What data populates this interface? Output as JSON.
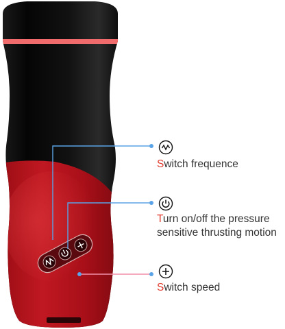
{
  "callouts": [
    {
      "icon": "wave-icon",
      "first_letter": "S",
      "rest": "witch frequence"
    },
    {
      "icon": "power-icon",
      "first_letter": "T",
      "rest": "urn on/off  the pressure",
      "line2": "sensitive thrusting motion"
    },
    {
      "icon": "plus-icon",
      "first_letter": "S",
      "rest": "witch speed"
    }
  ],
  "colors": {
    "accent_letter": "#e23b2e",
    "device_black": "#0a0a0a",
    "device_red": "#b5121b",
    "band_pink": "#f06b6b",
    "leader_line": "#5aa3e6",
    "leader_line_pink": "#f08fa8"
  }
}
